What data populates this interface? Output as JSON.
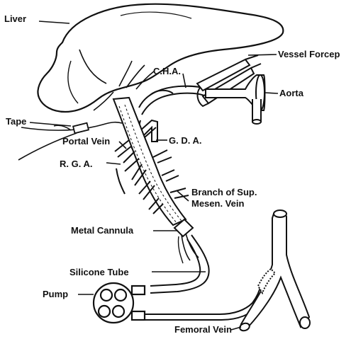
{
  "labels": {
    "liver": "Liver",
    "vessel_forceps": "Vessel Forcep",
    "cha": "C.H.A.",
    "aorta": "Aorta",
    "tape": "Tape",
    "portal_vein": "Portal Vein",
    "gda": "G. D. A.",
    "rga": "R. G. A.",
    "branch_line1": "Branch of Sup.",
    "branch_line2": "Mesen. Vein",
    "metal_cannula": "Metal Cannula",
    "silicone_tube": "Silicone Tube",
    "pump": "Pump",
    "femoral_vein": "Femoral Vein"
  },
  "colors": {
    "ink": "#111111",
    "paper": "#ffffff"
  }
}
